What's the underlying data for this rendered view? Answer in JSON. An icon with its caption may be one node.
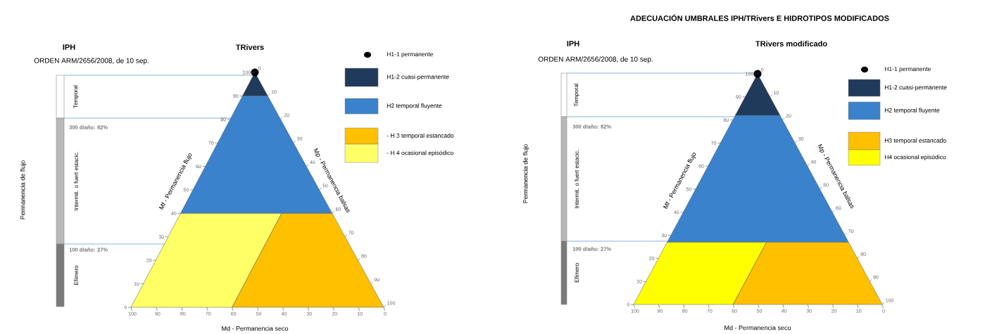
{
  "diagram": {
    "title": "ADECUACIÓN UMBRALES IPH/TRivers E HIDROTIPOS MODIFICADOS",
    "nodes": [
      {
        "text": [
          "Temporal"
        ]
      },
      {
        "text": [
          "Intermit. o fuert estacic."
        ]
      },
      {
        "text": [
          "Efímero"
        ]
      },
      {
        "text": [
          "Temporal"
        ]
      },
      {
        "text": [
          "Intermit. o fuert estacic."
        ]
      },
      {
        "text": [
          "Efímero"
        ]
      }
    ],
    "labels": [
      "IPH",
      "ORDEN ARM/2656/2008, de 10 sep.",
      "TRivers",
      "Permanencia de flujo",
      "300 d/año: 82%",
      "100 d/año: 27%",
      "Mf - Permanencia flujo",
      "Mp - Permanencia balsas",
      "Md - Permanencia seco",
      "0",
      "10",
      "20",
      "30",
      "40",
      "50",
      "60",
      "70",
      "80",
      "90",
      "100",
      "0",
      "10",
      "20",
      "30",
      "40",
      "50",
      "60",
      "70",
      "80",
      "90",
      "100",
      "100",
      "90",
      "80",
      "70",
      "60",
      "50",
      "40",
      "30",
      "20",
      "10",
      "0",
      "IPH",
      "ORDEN ARM/2656/2008, de 10 sep.",
      "TRivers modificado",
      "Permanencia de flujo",
      "300 d/año: 82%",
      "100 d/año: 27%",
      "Mf - Permanencia flujo",
      "Mp - Permanencia balsas",
      "Md - Permanencia seco",
      "0",
      "10",
      "20",
      "30",
      "40",
      "50",
      "60",
      "70",
      "80",
      "90",
      "100",
      "0",
      "10",
      "20",
      "30",
      "40",
      "50",
      "60",
      "70",
      "80",
      "90",
      "100",
      "100",
      "90",
      "80",
      "70",
      "60",
      "50",
      "40",
      "30",
      "20",
      "10",
      "0"
    ],
    "legend": [
      {
        "text": "H1-1 permanente"
      },
      {
        "text": "H1-2 cuasi-permanente",
        "color": "#1f3a5a"
      },
      {
        "text": "H2 temporal fluyente",
        "color": "#3a82cc"
      },
      {
        "text": "- H 3 temporal estancado",
        "color": "#ffc000"
      },
      {
        "text": "- H 4 ocasional episódico",
        "color": "#ffff66"
      },
      {
        "text": "H1-1 permanente"
      },
      {
        "text": "H1-2 cuasi-permanente",
        "color": "#1f3a5a"
      },
      {
        "text": "H2 temporal fluyente",
        "color": "#3a82cc"
      },
      {
        "text": "H3 temporal estancado",
        "color": "#ffc000"
      },
      {
        "text": "H4 ocasional episódico",
        "color": "#ffff00"
      }
    ]
  }
}
